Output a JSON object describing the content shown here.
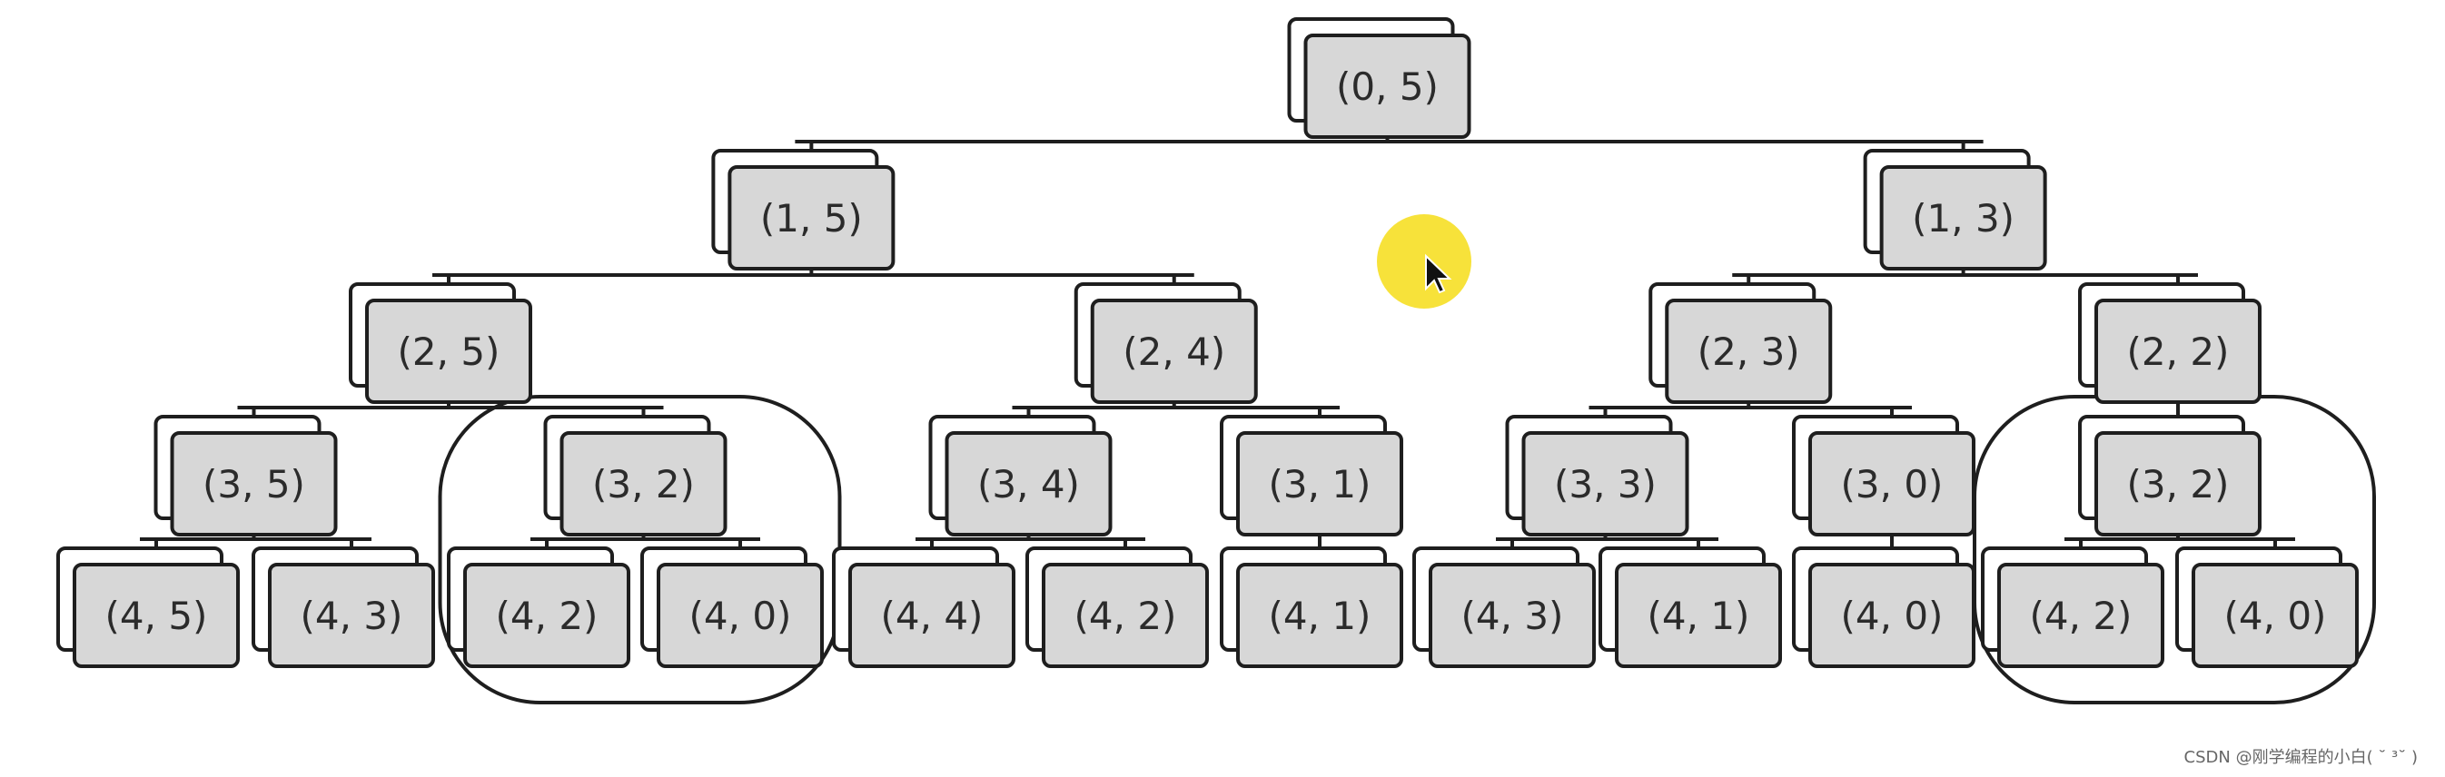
{
  "tree": {
    "root": {
      "label": "(0, 5)",
      "children": [
        {
          "label": "(1, 5)",
          "children": [
            {
              "label": "(2, 5)",
              "children": [
                {
                  "label": "(3, 5)",
                  "children": [
                    {
                      "label": "(4, 5)"
                    },
                    {
                      "label": "(4, 3)"
                    }
                  ]
                },
                {
                  "label": "(3, 2)",
                  "circled": true,
                  "children": [
                    {
                      "label": "(4, 2)"
                    },
                    {
                      "label": "(4, 0)"
                    }
                  ]
                }
              ]
            },
            {
              "label": "(2, 4)",
              "children": [
                {
                  "label": "(3, 4)",
                  "children": [
                    {
                      "label": "(4, 4)"
                    },
                    {
                      "label": "(4, 2)"
                    }
                  ]
                },
                {
                  "label": "(3, 1)",
                  "children": [
                    {
                      "label": "(4, 1)"
                    }
                  ]
                }
              ]
            }
          ]
        },
        {
          "label": "(1, 3)",
          "children": [
            {
              "label": "(2, 3)",
              "children": [
                {
                  "label": "(3, 3)",
                  "children": [
                    {
                      "label": "(4, 3)"
                    },
                    {
                      "label": "(4, 1)"
                    }
                  ]
                },
                {
                  "label": "(3, 0)",
                  "children": [
                    {
                      "label": "(4, 0)"
                    }
                  ]
                }
              ]
            },
            {
              "label": "(2, 2)",
              "children": [
                {
                  "label": "(3, 2)",
                  "circled": true,
                  "children": [
                    {
                      "label": "(4, 2)"
                    },
                    {
                      "label": "(4, 0)"
                    }
                  ]
                }
              ]
            }
          ]
        }
      ]
    }
  },
  "colors": {
    "node_fill": "#d7d7d7",
    "line": "#1e1e1e",
    "text": "#2b2b2b",
    "cursor_highlight": "#f7e23a"
  },
  "watermark": "CSDN @刚学编程的小白( ˘ ³˘ )"
}
